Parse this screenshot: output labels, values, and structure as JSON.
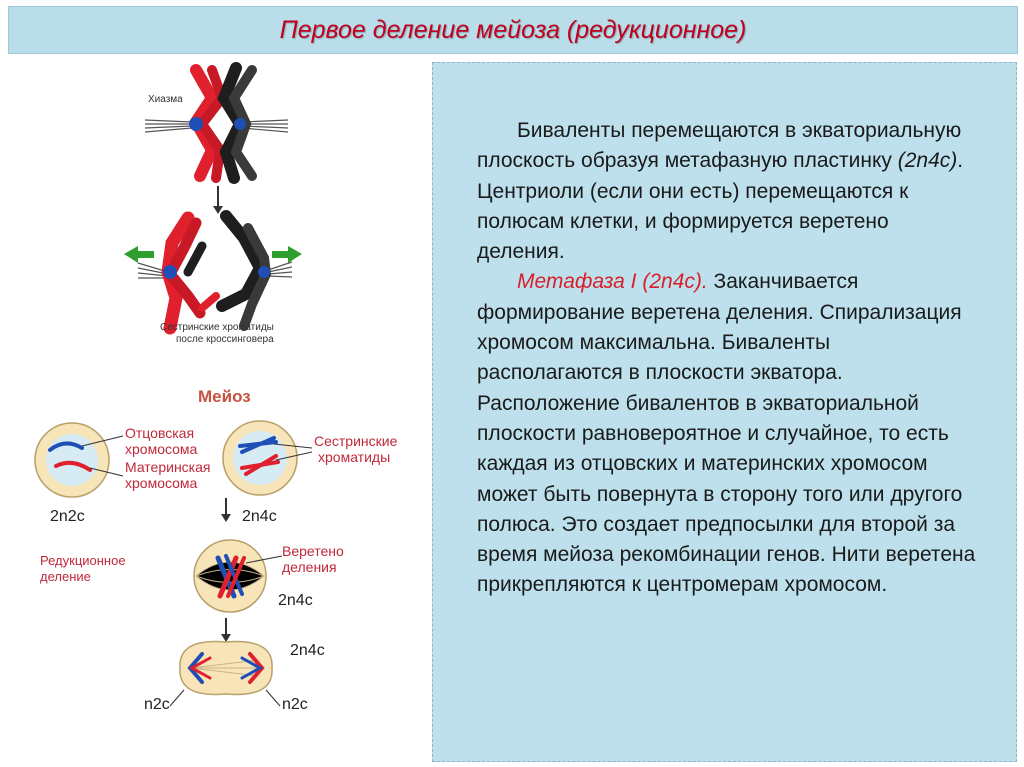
{
  "slide": {
    "title": "Первое деление мейоза (редукционное)"
  },
  "figure_top": {
    "chiasma_label": "Хиазма",
    "sister_label_line1": "Сестринские хроматиды",
    "sister_label_line2": "после кроссинговера"
  },
  "figure_bottom": {
    "meiosis_title": "Мейоз",
    "paternal_line1": "Отцовская",
    "paternal_line2": "хромосома",
    "maternal_line1": "Материнская",
    "maternal_line2": "хромосома",
    "sister_line1": "Сестринские",
    "sister_line2": "хроматиды",
    "ploidy_1": "2n2c",
    "ploidy_2": "2n4c",
    "reduction_line1": "Редукционное",
    "reduction_line2": "деление",
    "spindle_line1": "Веретено",
    "spindle_line2": "деления",
    "ploidy_3": "2n4c",
    "ploidy_4": "2n4c",
    "ploidy_5": "n2c",
    "ploidy_6": "n2c"
  },
  "body": {
    "p1_a": "Биваленты перемещаются в экваториальную плоскость образуя метафазную пластинку ",
    "p1_formula": "(2n4c)",
    "p1_b": ". Центриоли (если они есть) перемещаются к полюсам клетки, и формируется веретено деления.",
    "p2_highlight": "Метафаза I (2n4c).",
    "p2_text": " Заканчивается формирование веретена деления. Спирализация хромосом максимальна. Биваленты располагаются в плоскости экватора. Расположение бивалентов в экваториальной плоскости равновероятное и случайное, то есть каждая из отцовских и материнских хромосом может быть повернута в сторону того или другого полюса. Это создает предпосылки для второй за время мейоза рекомбинации генов. Нити веретена прикрепляются к центромерам хромосом."
  },
  "colors": {
    "title": "#c0001e",
    "panel_bg": "#bde0ec",
    "highlight": "#d8202a",
    "chromosome_red": "#e0202c",
    "chromosome_black": "#1e1e1e",
    "chromosome_blue": "#1f4fb5",
    "arrow_green": "#2e9e2e"
  }
}
